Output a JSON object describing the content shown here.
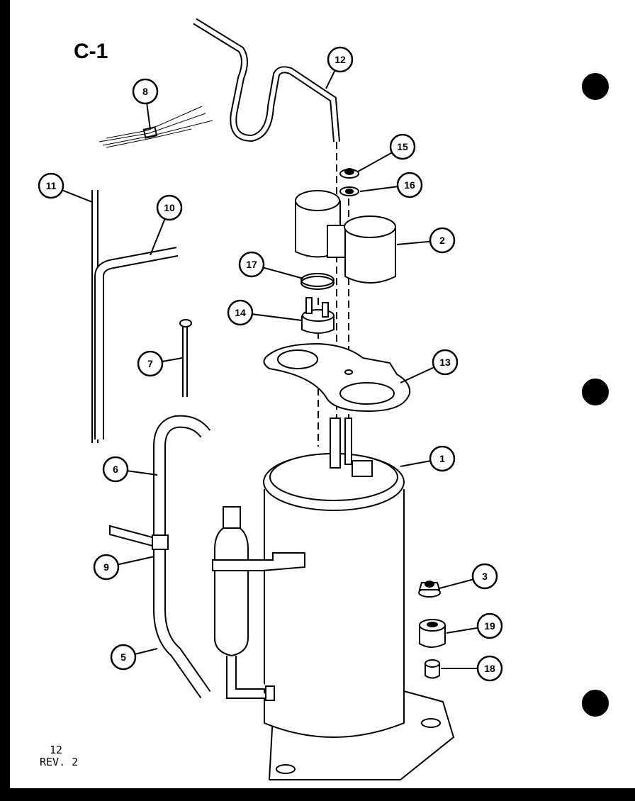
{
  "diagram": {
    "title": "C-1",
    "callouts": [
      "12",
      "8",
      "15",
      "16",
      "11",
      "10",
      "2",
      "17",
      "14",
      "7",
      "13",
      "6",
      "1",
      "9",
      "3",
      "19",
      "5",
      "18"
    ],
    "footer": {
      "page": "12",
      "revision": "REV. 2"
    },
    "colors": {
      "ink": "#000000",
      "paper": "#ffffff"
    }
  }
}
